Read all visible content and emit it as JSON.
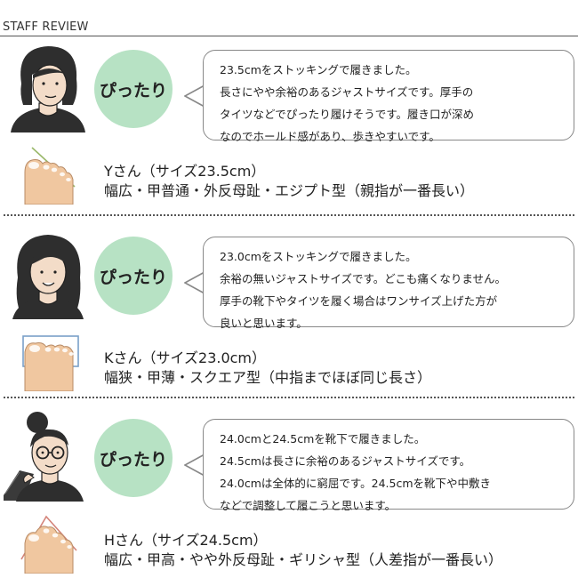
{
  "header": {
    "title": "STAFF REVIEW"
  },
  "colors": {
    "badge": "#b7e2c4",
    "bubble_border": "#888888",
    "divider": "#555555"
  },
  "reviews": [
    {
      "badge": "ぴったり",
      "comment": [
        "23.5cmをストッキングで履きました。",
        "長さにやや余裕のあるジャストサイズです。厚手の",
        "タイツなどでぴったり履けそうです。履き口が深め",
        "なのでホールド感があり、歩きやすいです。"
      ],
      "name": "Yさん（サイズ23.5cm）",
      "foot_type": "幅広・甲普通・外反母趾・エジプト型（親指が一番長い）"
    },
    {
      "badge": "ぴったり",
      "comment": [
        "23.0cmをストッキングで履きました。",
        "余裕の無いジャストサイズです。どこも痛くなりません。",
        "厚手の靴下やタイツを履く場合はワンサイズ上げた方が",
        "良いと思います。"
      ],
      "name": "Kさん（サイズ23.0cm）",
      "foot_type": "幅狭・甲薄・スクエア型（中指までほぼ同じ長さ）"
    },
    {
      "badge": "ぴったり",
      "comment": [
        "24.0cmと24.5cmを靴下で履きました。",
        "24.5cmは長さに余裕のあるジャストサイズです。",
        "24.0cmは全体的に窮屈です。24.5cmを靴下や中敷き",
        "などで調整して履こうと思います。"
      ],
      "name": "Hさん（サイズ24.5cm）",
      "foot_type": "幅広・甲高・やや外反母趾・ギリシャ型（人差指が一番長い）"
    }
  ]
}
